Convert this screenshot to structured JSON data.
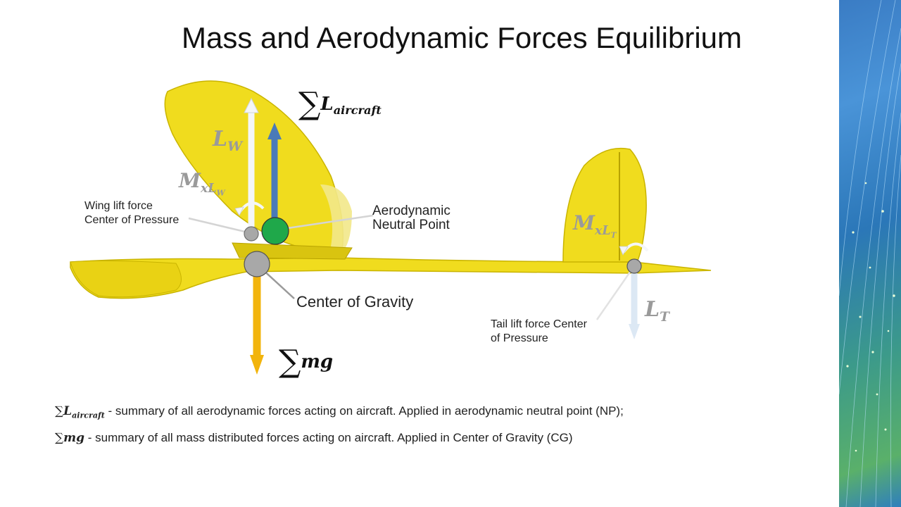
{
  "slide": {
    "title": "Mass and Aerodynamic Forces Equilibrium"
  },
  "diagram": {
    "sum_lift": {
      "sigma": "∑",
      "letter": "L",
      "subscript": "aircraft"
    },
    "sum_mass": {
      "sigma": "∑",
      "text": "mg"
    },
    "wing_lift": {
      "letter": "L",
      "subscript": "W"
    },
    "wing_moment": {
      "letter": "M",
      "subscript": "xL",
      "subsub": "W"
    },
    "tail_moment": {
      "letter": "M",
      "subscript": "xL",
      "subsub": "T"
    },
    "tail_lift": {
      "letter": "L",
      "subscript": "T"
    },
    "labels": {
      "wing_cp_line1": "Wing lift force",
      "wing_cp_line2": "Center of Pressure",
      "np_line1": "Aerodynamic",
      "np_line2": "Neutral Point",
      "cg": "Center of Gravity",
      "tail_cp_line1": "Tail lift force Center",
      "tail_cp_line2": "of Pressure"
    },
    "colors": {
      "airframe": "#f0dc1e",
      "airframe_dark": "#c9b400",
      "wing_lift_arrow": "#f4f6f8",
      "sum_lift_arrow": "#4a7ab8",
      "mass_arrow": "#f2b40c",
      "tail_lift_arrow": "#dce8f4",
      "neutral_point": "#1fa84a",
      "center_marker": "#a8a8a8",
      "symbol_gray": "#9a9a9a"
    }
  },
  "captions": [
    {
      "sigma": "∑",
      "letter": "L",
      "subscript": "aircraft",
      "text": " - summary of all aerodynamic forces acting on aircraft. Applied in aerodynamic neutral point (NP);"
    },
    {
      "sigma": "∑",
      "letter": "mg",
      "subscript": "",
      "text": " - summary of all mass distributed forces acting on aircraft. Applied in Center of Gravity (CG)"
    }
  ],
  "decor": {
    "sidebar": "fiber-optic-decoration"
  }
}
